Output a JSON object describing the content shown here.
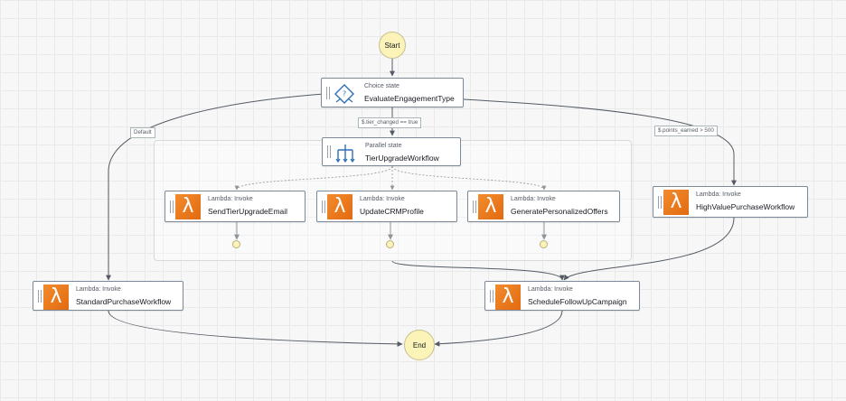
{
  "nodes": {
    "start": {
      "label": "Start"
    },
    "end": {
      "label": "End"
    },
    "evaluate": {
      "type": "Choice state",
      "name": "EvaluateEngagementType",
      "icon": "choice-state-icon"
    },
    "tier_workflow": {
      "type": "Parallel state",
      "name": "TierUpgradeWorkflow",
      "icon": "parallel-state-icon"
    },
    "send_email": {
      "type": "Lambda: Invoke",
      "name": "SendTierUpgradeEmail",
      "icon": "lambda-icon"
    },
    "update_crm": {
      "type": "Lambda: Invoke",
      "name": "UpdateCRMProfile",
      "icon": "lambda-icon"
    },
    "offers": {
      "type": "Lambda: Invoke",
      "name": "GeneratePersonalizedOffers",
      "icon": "lambda-icon"
    },
    "high_value": {
      "type": "Lambda: Invoke",
      "name": "HighValuePurchaseWorkflow",
      "icon": "lambda-icon"
    },
    "standard": {
      "type": "Lambda: Invoke",
      "name": "StandardPurchaseWorkflow",
      "icon": "lambda-icon"
    },
    "followup": {
      "type": "Lambda: Invoke",
      "name": "ScheduleFollowUpCampaign",
      "icon": "lambda-icon"
    }
  },
  "edge_labels": {
    "default": "Default",
    "tier_changed": "$.tier_changed == true",
    "points_earned": "$.points_earned > 500"
  },
  "colors": {
    "lambda": "#ed7615",
    "terminal_fill": "#fbf3b8",
    "edge": "#545b64",
    "choice_icon": "#2f6fb5"
  },
  "edges": [
    {
      "from": "start",
      "to": "evaluate"
    },
    {
      "from": "evaluate",
      "to": "tier_workflow",
      "label": "tier_changed"
    },
    {
      "from": "evaluate",
      "to": "standard",
      "label": "default"
    },
    {
      "from": "evaluate",
      "to": "high_value",
      "label": "points_earned"
    },
    {
      "from": "tier_workflow",
      "to": "send_email"
    },
    {
      "from": "tier_workflow",
      "to": "update_crm"
    },
    {
      "from": "tier_workflow",
      "to": "offers"
    },
    {
      "from": "tier_workflow",
      "to": "followup"
    },
    {
      "from": "high_value",
      "to": "followup"
    },
    {
      "from": "standard",
      "to": "end"
    },
    {
      "from": "followup",
      "to": "end"
    }
  ]
}
